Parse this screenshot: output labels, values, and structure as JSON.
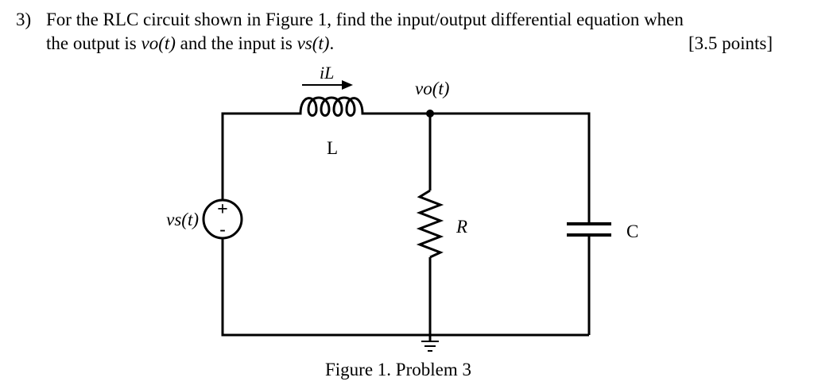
{
  "problem": {
    "number": "3)",
    "text_part1": "For the RLC circuit shown in Figure 1, find the input/output differential equation when",
    "text_part2a": "the output is ",
    "output_var": "vo(t)",
    "text_part2b": " and the input is ",
    "input_var": "vs(t)",
    "text_part2c": ".",
    "points": "[3.5 points]"
  },
  "figure": {
    "current_label": "iL",
    "inductor_label": "L",
    "node_label": "vo(t)",
    "source_label": "vs(t)",
    "source_plus": "+",
    "source_minus": "-",
    "resistor_label": "R",
    "capacitor_label": "C",
    "caption": "Figure 1. Problem 3"
  }
}
